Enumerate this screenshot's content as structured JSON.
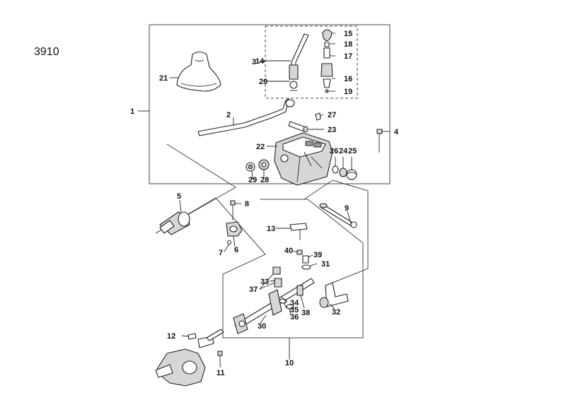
{
  "figure_number": "3910",
  "callouts": {
    "c1": "1",
    "c2": "2",
    "c3": "3",
    "c4": "4",
    "c5": "5",
    "c6": "6",
    "c7": "7",
    "c8": "8",
    "c9": "9",
    "c10": "10",
    "c11": "11",
    "c12": "12",
    "c13": "13",
    "c14": "14",
    "c15": "15",
    "c16": "16",
    "c17": "17",
    "c18": "18",
    "c19": "19",
    "c20": "20",
    "c21": "21",
    "c22": "22",
    "c23": "23",
    "c24": "24",
    "c25": "25",
    "c26": "26",
    "c27": "27",
    "c28": "28",
    "c29": "29",
    "c30": "30",
    "c31": "31",
    "c32": "32",
    "c33": "33",
    "c34": "34",
    "c35": "35",
    "c36": "36",
    "c37": "37",
    "c38": "38",
    "c39": "39",
    "c40": "40"
  }
}
